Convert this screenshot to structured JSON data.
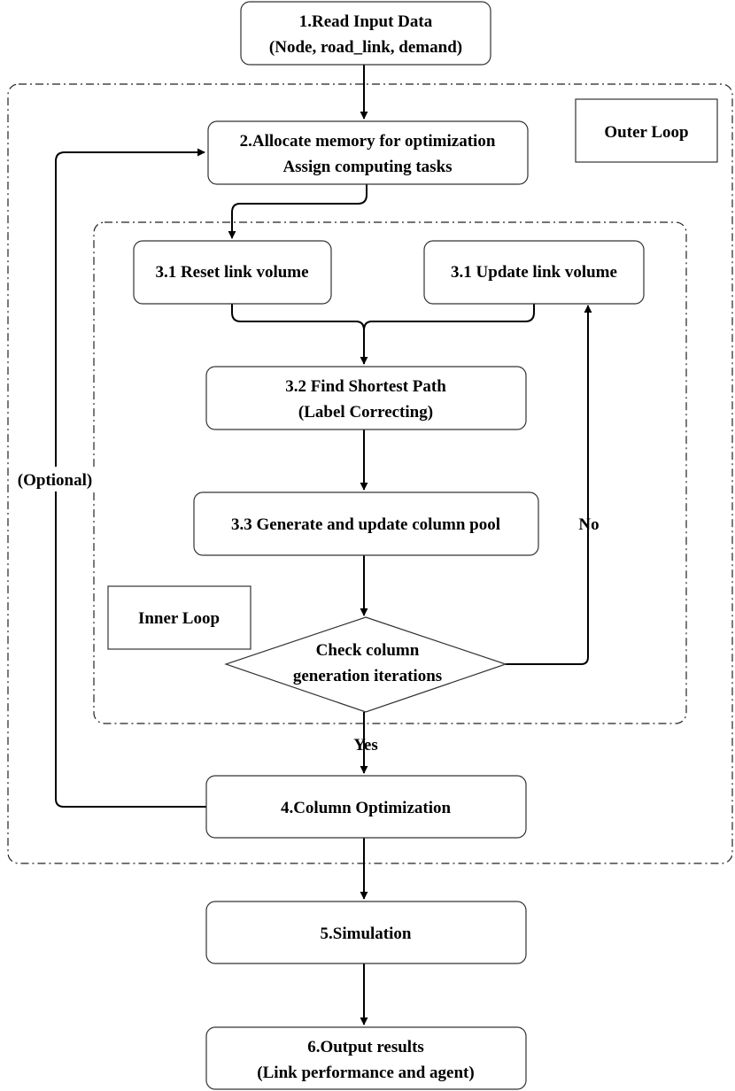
{
  "nodes": {
    "read_input": [
      "1.Read Input Data",
      "(Node, road_link, demand)"
    ],
    "allocate": [
      "2.Allocate memory for optimization",
      "Assign computing tasks"
    ],
    "reset": [
      "3.1 Reset link volume"
    ],
    "update": [
      "3.1 Update link volume"
    ],
    "shortest_path": [
      "3.2 Find Shortest Path",
      "(Label Correcting)"
    ],
    "column_pool": [
      "3.3 Generate and update column pool"
    ],
    "check": [
      "Check column",
      "generation iterations"
    ],
    "column_opt": [
      "4.Column Optimization"
    ],
    "simulation": [
      "5.Simulation"
    ],
    "output": [
      "6.Output results",
      "(Link performance and agent)"
    ]
  },
  "regions": {
    "outer": "Outer Loop",
    "inner": "Inner Loop"
  },
  "edge_labels": {
    "no": "No",
    "yes": "Yes",
    "optional": "(Optional)"
  }
}
